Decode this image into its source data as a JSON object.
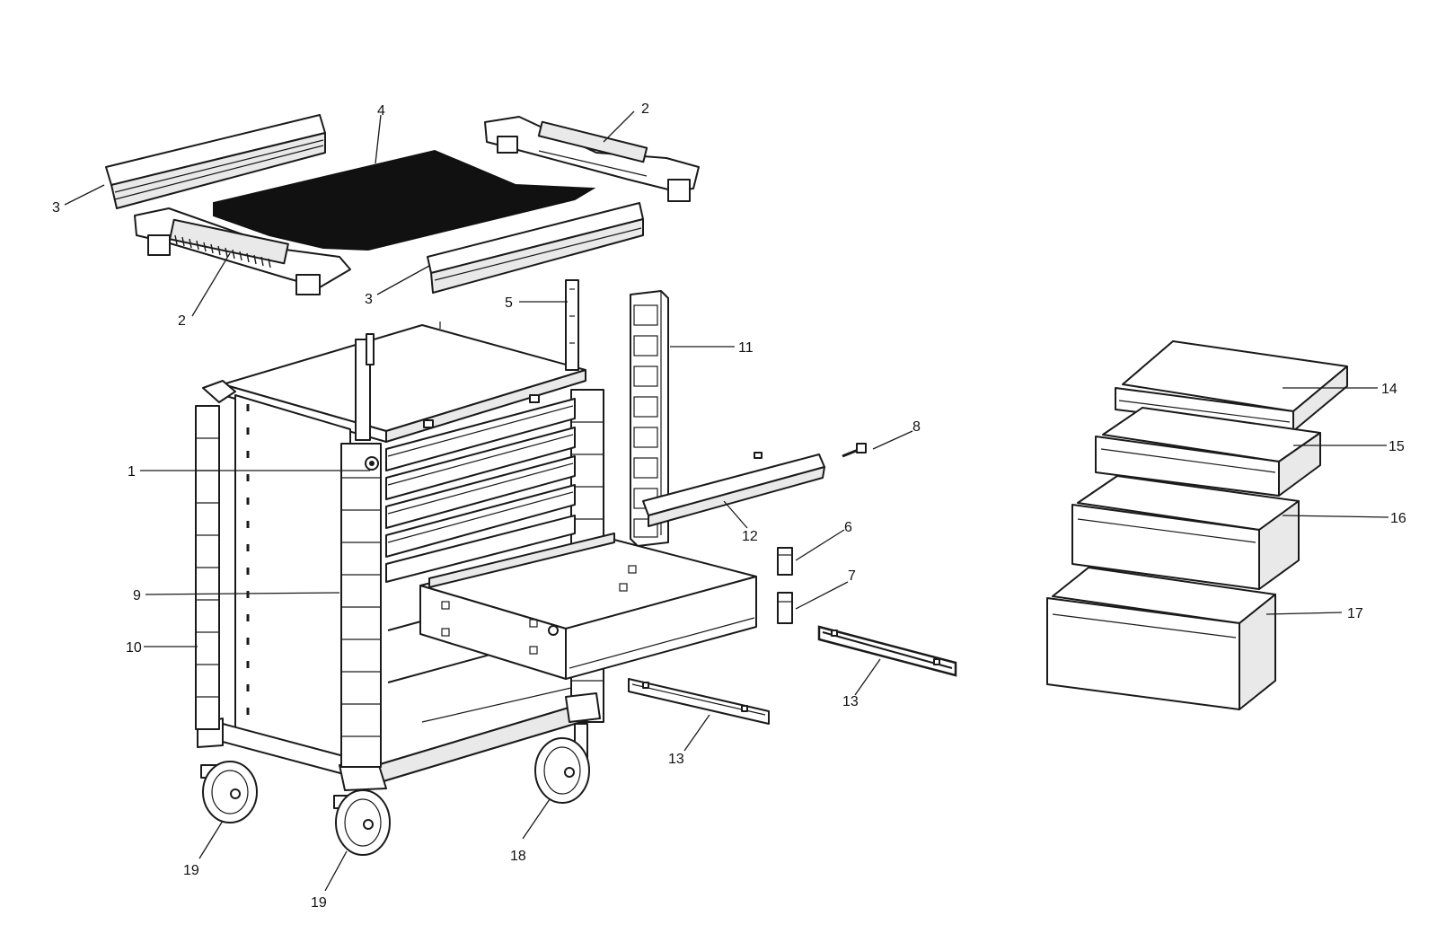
{
  "callouts": {
    "c1": "1",
    "c2a": "2",
    "c2b": "2",
    "c3a": "3",
    "c3b": "3",
    "c4": "4",
    "c5": "5",
    "c6": "6",
    "c7": "7",
    "c8": "8",
    "c9": "9",
    "c10": "10",
    "c11": "11",
    "c12": "12",
    "c13a": "13",
    "c13b": "13",
    "c14": "14",
    "c15": "15",
    "c16": "16",
    "c17": "17",
    "c18": "18",
    "c19a": "19",
    "c19b": "19"
  },
  "colors": {
    "line": "#1a1a1a",
    "mat": "#111111",
    "background": "#ffffff"
  }
}
